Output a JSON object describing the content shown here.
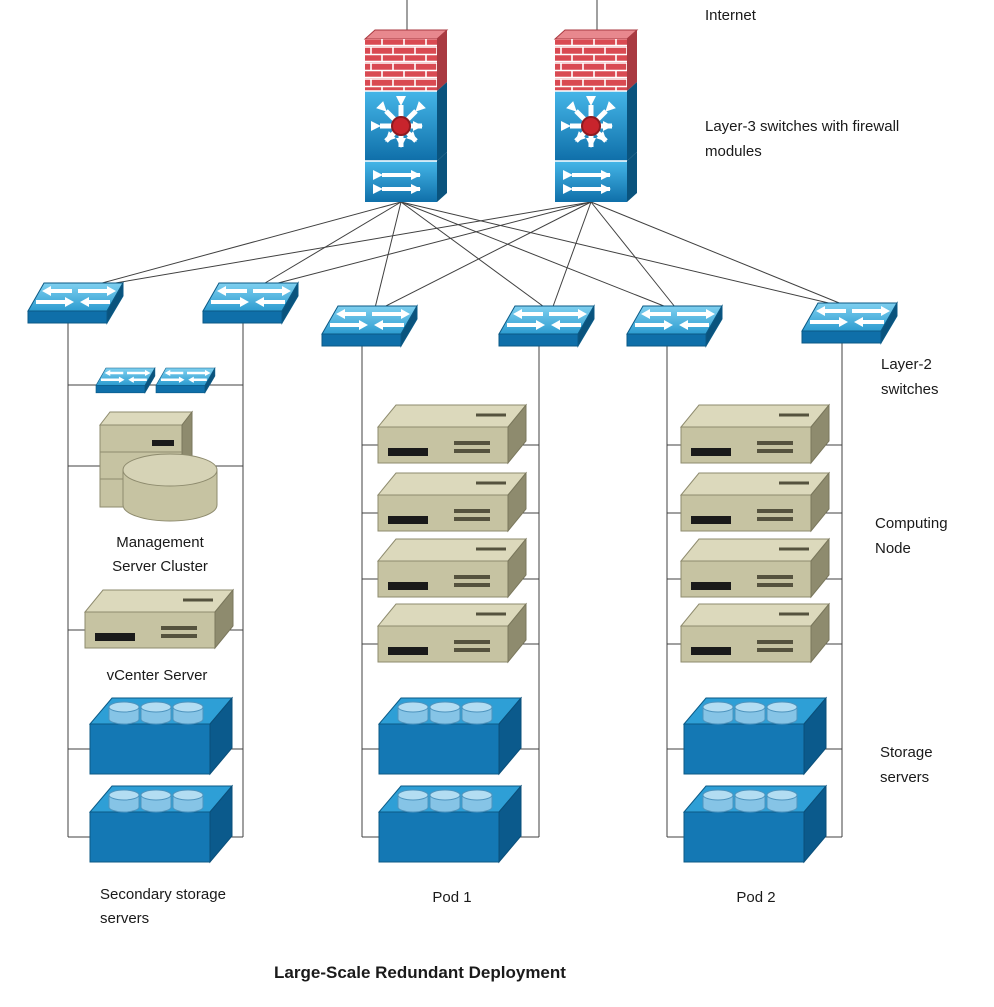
{
  "title": {
    "text": "Large-Scale Redundant Deployment",
    "color": "#00AEEF"
  },
  "annotations": {
    "internet": "Internet",
    "layer3": [
      "Layer-3 switches with firewall",
      "modules"
    ],
    "layer2": [
      "Layer-2",
      "switches"
    ],
    "computing_node": [
      "Computing",
      "Node"
    ],
    "storage_servers": [
      "Storage",
      "servers"
    ],
    "management_cluster": [
      "Management",
      "Server Cluster"
    ],
    "vcenter": "vCenter Server",
    "secondary_storage": [
      "Secondary storage",
      "servers"
    ],
    "pod1": "Pod 1",
    "pod2": "Pod 2"
  },
  "topology": {
    "layer3_switch_count": 2,
    "layer2_switch_count": 6,
    "management_cluster": {
      "switches": 2,
      "server_stack_units": 3,
      "vcenter_servers": 1,
      "secondary_storage_servers": 2
    },
    "pods": [
      {
        "name": "Pod 1",
        "computing_nodes": 4,
        "storage_servers": 2
      },
      {
        "name": "Pod 2",
        "computing_nodes": 4,
        "storage_servers": 2
      }
    ]
  },
  "colors": {
    "switch_blue": "#1478B4",
    "switch_blue_light": "#45B6E8",
    "firewall_red": "#D94A52",
    "server_beige": "#C6C3A2",
    "storage_blue": "#1478B4",
    "line": "#404040",
    "label_text": "#1A1A1A",
    "title_blue": "#00AEEF"
  }
}
